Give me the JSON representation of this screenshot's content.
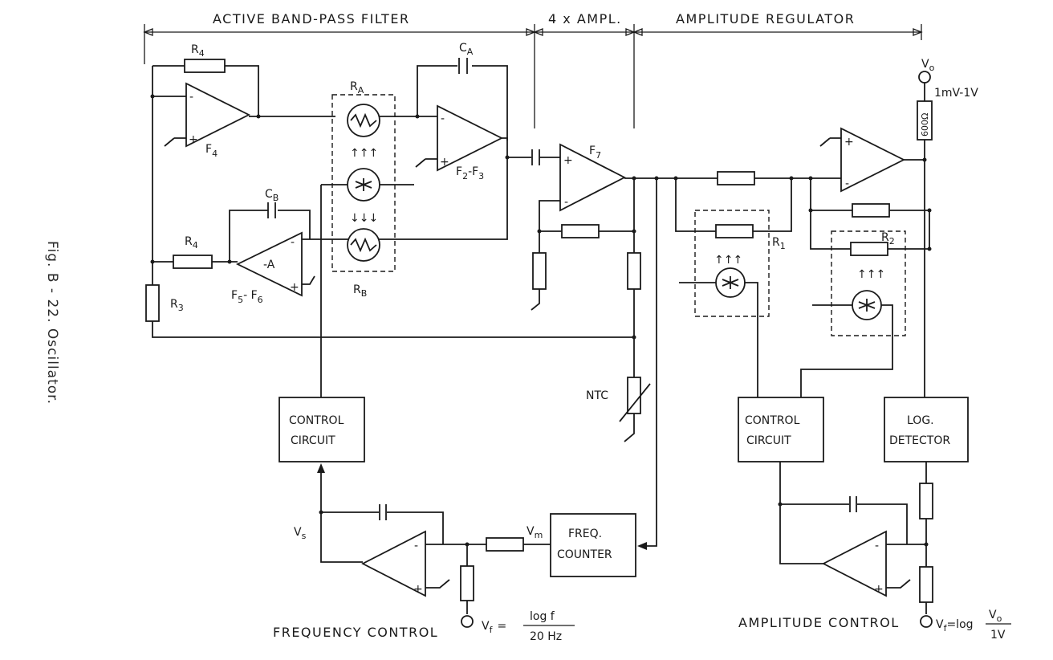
{
  "caption": "Fig. B - 22. Oscillator.",
  "sections": {
    "filter": "ACTIVE BAND-PASS FILTER",
    "amplifier": "4 x AMPL.",
    "regulator": "AMPLITUDE REGULATOR"
  },
  "components": {
    "r4_top": "R",
    "r4_top_sub": "4",
    "r4_mid": "R",
    "r4_mid_sub": "4",
    "r3": "R",
    "r3_sub": "3",
    "ca": "C",
    "ca_sub": "A",
    "cb": "C",
    "cb_sub": "B",
    "ra": "R",
    "ra_sub": "A",
    "rb": "R",
    "rb_sub": "B",
    "r1": "R",
    "r1_sub": "1",
    "r2": "R",
    "r2_sub": "2",
    "ntc": "NTC",
    "load": "600Ω"
  },
  "amplifiers": {
    "f4": "F",
    "f4_sub": "4",
    "f23": "F",
    "f23_sub_a": "2",
    "f23_dash": "-F",
    "f23_sub_b": "3",
    "f56": "F",
    "f56_sub_a": "5",
    "f56_dash": "- F",
    "f56_sub_b": "6",
    "f7": "F",
    "f7_sub": "7",
    "inv_gain": "-A"
  },
  "blocks": {
    "control1_line1": "CONTROL",
    "control1_line2": "CIRCUIT",
    "control2_line1": "CONTROL",
    "control2_line2": "CIRCUIT",
    "logdet_line1": "LOG.",
    "logdet_line2": "DETECTOR",
    "freqcount_line1": "FREQ.",
    "freqcount_line2": "COUNTER"
  },
  "signals": {
    "vs": "V",
    "vs_sub": "s",
    "vm": "V",
    "vm_sub": "m",
    "vo": "V",
    "vo_sub": "o",
    "vo_range": "1mV-1V"
  },
  "controls": {
    "frequency_label": "FREQUENCY CONTROL",
    "frequency_formula_lhs": "V",
    "frequency_formula_sub": "f",
    "frequency_formula_eq": "=",
    "frequency_formula_num": "log f",
    "frequency_formula_den": "20 Hz",
    "amplitude_label": "AMPLITUDE CONTROL",
    "amplitude_formula_lhs": "V",
    "amplitude_formula_sub": "f",
    "amplitude_formula_eq": "=log",
    "amplitude_formula_num": "V",
    "amplitude_formula_num_sub": "o",
    "amplitude_formula_den": "1V"
  },
  "opamp_signs": {
    "minus": "-",
    "plus": "+"
  }
}
